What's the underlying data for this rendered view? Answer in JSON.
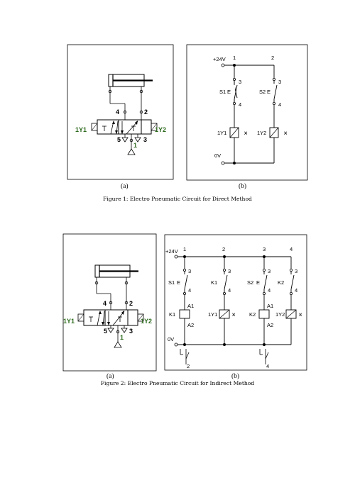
{
  "figure1": {
    "caption": "Figure 1: Electro Pneumatic Circuit for Direct Method",
    "sub_a": "(a)",
    "sub_b": "(b)",
    "pneumatic": {
      "port_4": "4",
      "port_2": "2",
      "port_5": "5",
      "port_1": "1",
      "port_3": "3",
      "coil_left": "1Y1",
      "coil_right": "1Y2"
    },
    "electrical": {
      "supply": "+24V",
      "ground": "0V",
      "col1": "1",
      "col2": "2",
      "s1": "S1",
      "s2": "S2",
      "c3a": "3",
      "c4a": "4",
      "c3b": "3",
      "c4b": "4",
      "y1": "1Y1",
      "y2": "1Y2"
    }
  },
  "figure2": {
    "caption": "Figure 2: Electro Pneumatic Circuit for Indirect Method",
    "sub_a": "(a)",
    "sub_b": "(b)",
    "pneumatic": {
      "port_4": "4",
      "port_2": "2",
      "port_5": "5",
      "port_1": "1",
      "port_3": "3",
      "coil_left": "1Y1",
      "coil_right": "1Y2"
    },
    "electrical": {
      "supply": "+24V",
      "ground": "0V",
      "col1": "1",
      "col2": "2",
      "col3": "3",
      "col4": "4",
      "s1": "S1",
      "k1": "K1",
      "s2": "S2",
      "k2": "K2",
      "n3_1": "3",
      "n4_1": "4",
      "n3_2": "3",
      "n4_2": "4",
      "n3_3": "3",
      "n4_3": "4",
      "n3_4": "3",
      "n4_4": "4",
      "a1_1": "A1",
      "a2_1": "A2",
      "a1_2": "A1",
      "a2_2": "A2",
      "coil_k1": "K1",
      "coil_y1": "1Y1",
      "coil_k2": "K2",
      "coil_y2": "1Y2",
      "contact_ref_1": "2",
      "contact_ref_2": "4"
    }
  }
}
